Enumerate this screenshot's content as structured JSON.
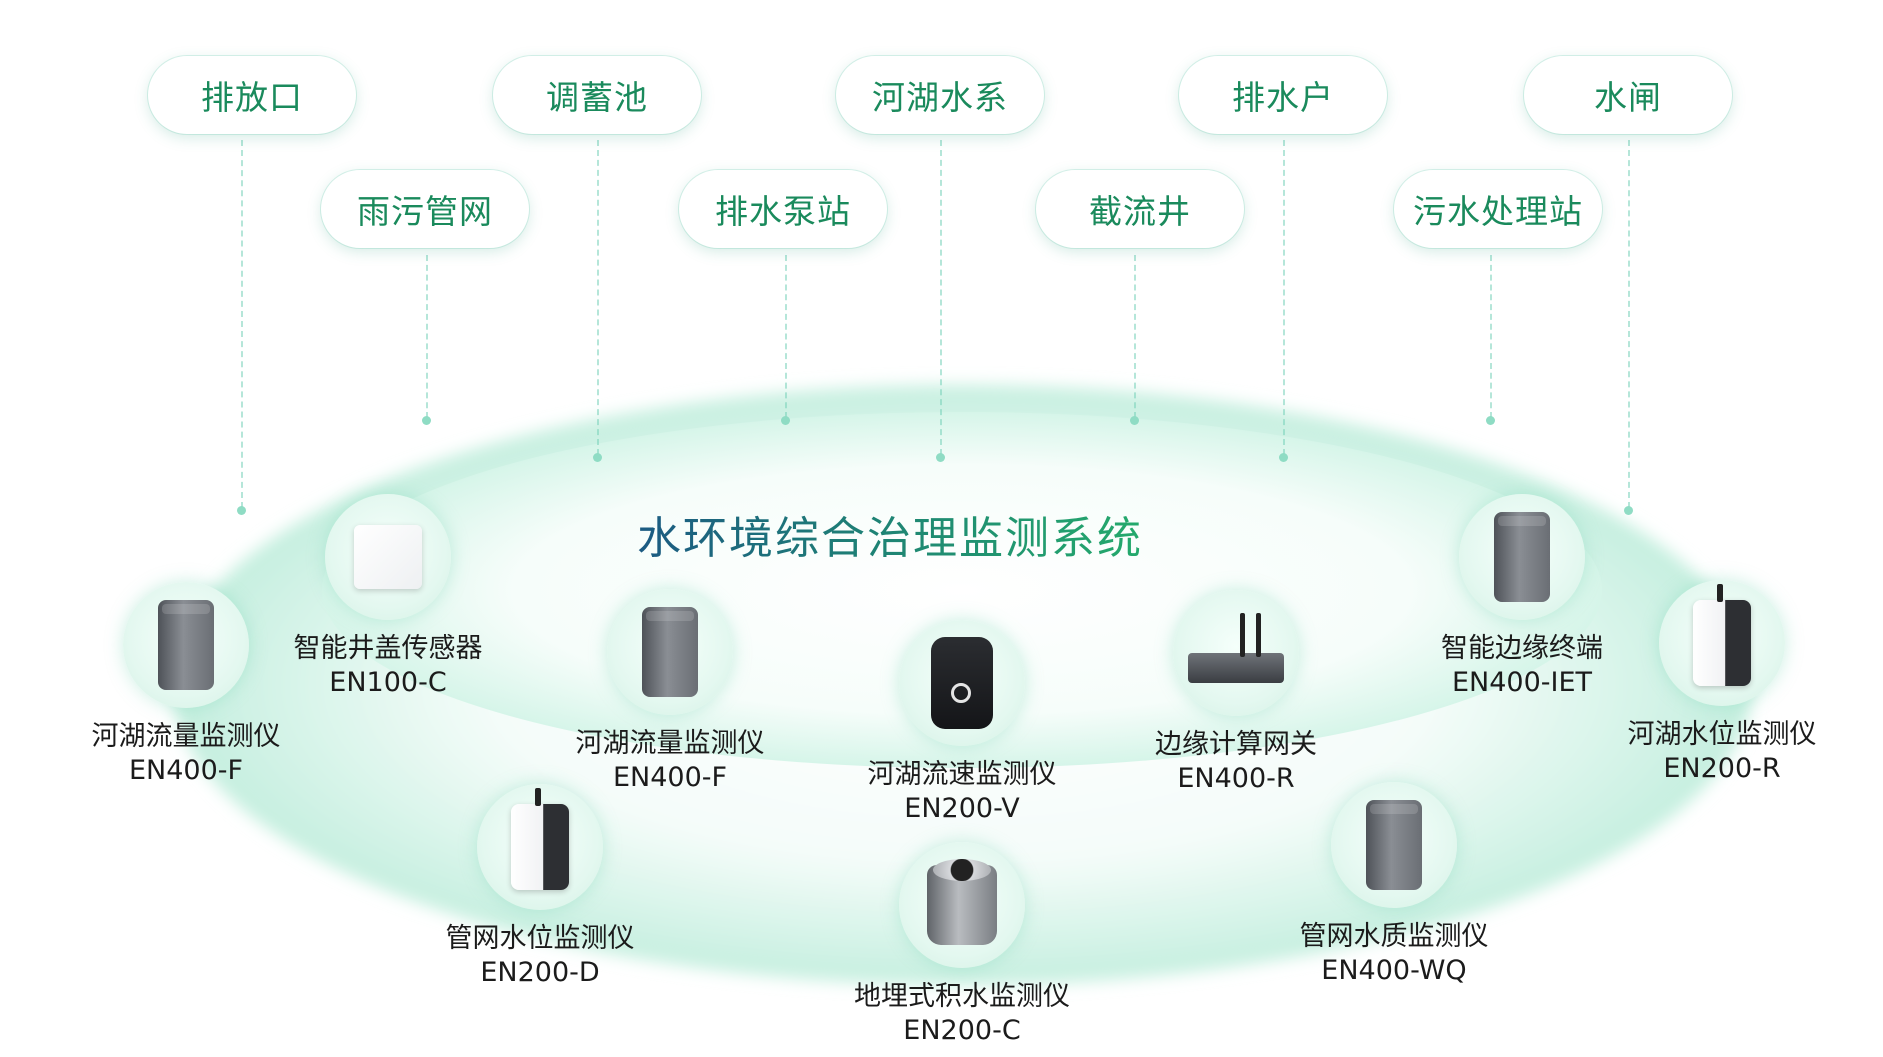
{
  "scenarios": [
    "排放口",
    "雨污管网",
    "调蓄池",
    "排水泵站",
    "河湖水系",
    "截流井",
    "排水户",
    "污水处理站",
    "水闸"
  ],
  "system_title": "水环境综合治理监测系统",
  "devices": [
    {
      "name": "智能井盖传感器",
      "model": "EN100-C",
      "icon": "white-square-sensor-icon"
    },
    {
      "name": "河湖流量监测仪",
      "model": "EN400-F",
      "icon": "gray-box-with-probe-icon"
    },
    {
      "name": "河湖流量监测仪",
      "model": "EN400-F",
      "icon": "gray-box-with-probe-icon"
    },
    {
      "name": "河湖流速监测仪",
      "model": "EN200-V",
      "icon": "dark-box-sensor-icon"
    },
    {
      "name": "边缘计算网关",
      "model": "EN400-R",
      "icon": "router-gateway-icon"
    },
    {
      "name": "智能边缘终端",
      "model": "EN400-IET",
      "icon": "gray-box-icon"
    },
    {
      "name": "河湖水位监测仪",
      "model": "EN200-R",
      "icon": "white-unit-antenna-icon"
    },
    {
      "name": "管网水位监测仪",
      "model": "EN200-D",
      "icon": "white-unit-antenna-icon"
    },
    {
      "name": "地埋式积水监测仪",
      "model": "EN200-C",
      "icon": "cylinder-sensor-icon"
    },
    {
      "name": "管网水质监测仪",
      "model": "EN400-WQ",
      "icon": "gray-box-with-probe-icon"
    }
  ],
  "colors": {
    "pill_text": "#1a8a5c",
    "ellipse_glow": "#bfeede",
    "title_gradient_start": "#1b4f86",
    "title_gradient_end": "#26b36a"
  }
}
